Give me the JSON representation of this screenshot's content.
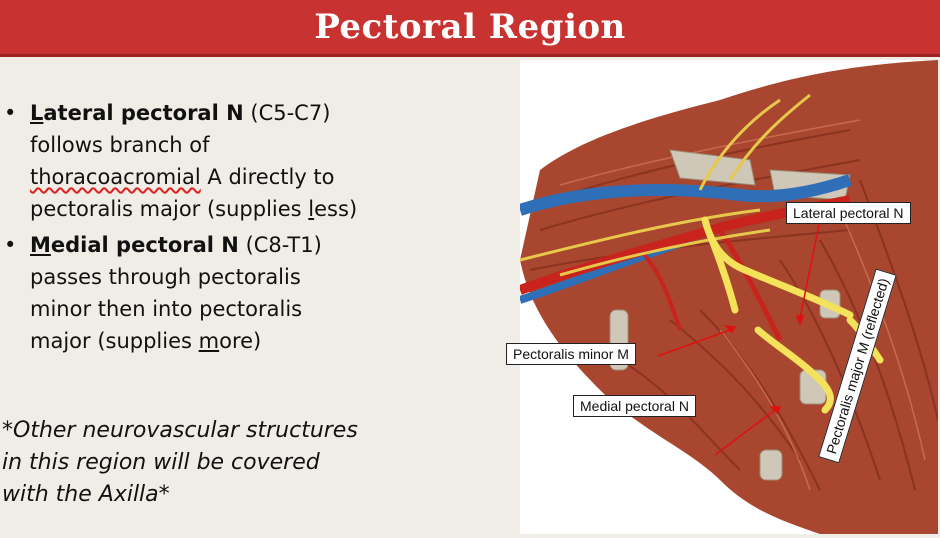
{
  "title": "Pectoral Region",
  "bullets": [
    {
      "lead": "L",
      "lead_rest": "ateral pectoral N",
      "spinal": "(C5-C7)",
      "line2": "follows branch of",
      "wavy_word": "thoracoacromial",
      "line3_rest": "A directly to",
      "line4_pre": "pectoralis major (supplies ",
      "line4_ul": "l",
      "line4_post": "ess)"
    },
    {
      "lead": "M",
      "lead_rest": "edial pectoral N",
      "spinal": "(C8-T1)",
      "line2": "passes through pectoralis",
      "line3": "minor then into pectoralis",
      "line4_pre": "major (supplies ",
      "line4_ul": "m",
      "line4_post": "ore)"
    }
  ],
  "note": {
    "line1": "*Other neurovascular structures",
    "line2": "in this region will be covered",
    "line3": "with the Axilla*"
  },
  "figure": {
    "labels": {
      "lateral": "Lateral pectoral N",
      "minor": "Pectoralis minor M",
      "medial": "Medial pectoral N",
      "major": "Pectoralis major M (reflected)"
    },
    "colors": {
      "muscle": "#a8462f",
      "tendon": "#cfc7b7",
      "artery": "#c8231c",
      "vein": "#2f6fb8",
      "nerve": "#f3e25a",
      "pointer": "#e01010"
    }
  }
}
